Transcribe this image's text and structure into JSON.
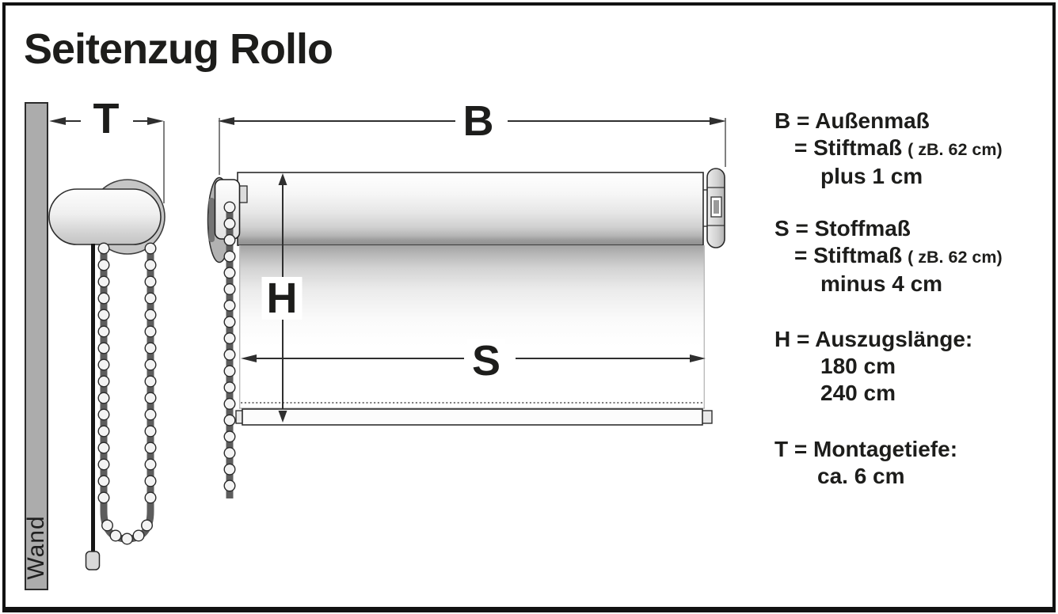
{
  "title": "Seitenzug Rollo",
  "diagram": {
    "wall_label": "Wand",
    "dim_b": "B",
    "dim_s": "S",
    "dim_h": "H",
    "dim_t": "T"
  },
  "legend": {
    "b": {
      "line1": "B = Außenmaß",
      "line2": "= Stiftmaß",
      "line2_note": "( zB. 62 cm)",
      "line3": "plus 1 cm"
    },
    "s": {
      "line1": "S = Stoffmaß",
      "line2": "= Stiftmaß",
      "line2_note": "( zB. 62 cm)",
      "line3": "minus 4 cm"
    },
    "h": {
      "line1": "H = Auszugslänge:",
      "line2": "180 cm",
      "line3": "240 cm"
    },
    "t": {
      "line1": "T = Montagetiefe:",
      "line2": "ca. 6 cm"
    }
  },
  "colors": {
    "ink": "#1d1d1b",
    "wall": "#acacac",
    "metal": "#c6c6c6",
    "background": "#ffffff"
  }
}
